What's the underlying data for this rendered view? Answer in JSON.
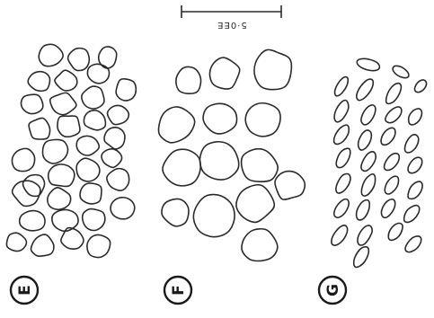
{
  "scale_bar": {
    "label": "5·0EE"
  },
  "panels": [
    {
      "id": "E",
      "label": "E",
      "cell_shape": "polygonal"
    },
    {
      "id": "F",
      "label": "F",
      "cell_shape": "large-polygonal"
    },
    {
      "id": "G",
      "label": "G",
      "cell_shape": "elongate-oval"
    }
  ]
}
